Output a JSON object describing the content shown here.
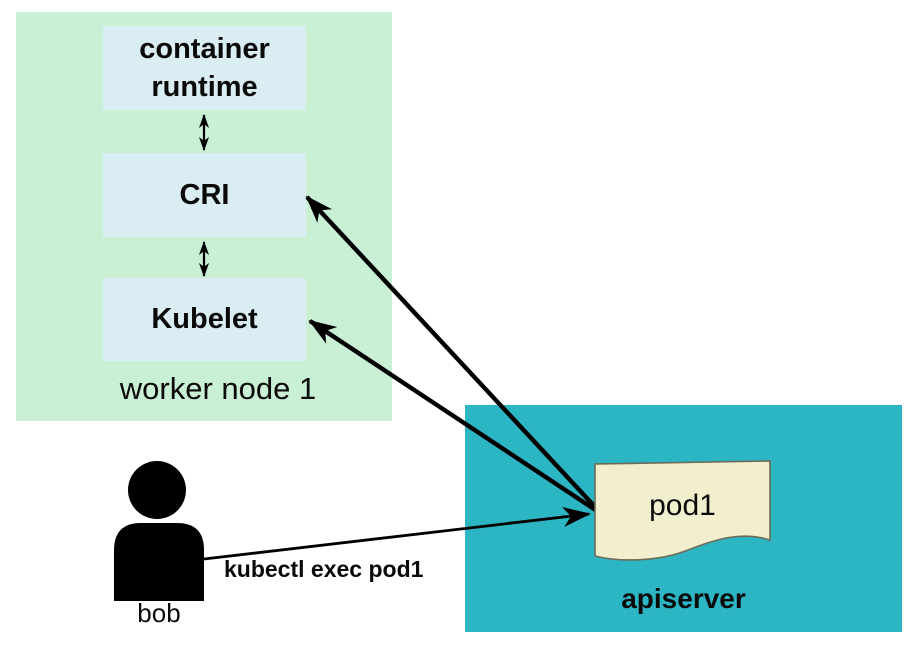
{
  "diagram": {
    "worker_node": {
      "label": "worker node 1",
      "components": {
        "runtime": "container runtime",
        "cri": "CRI",
        "kubelet": "Kubelet"
      }
    },
    "apiserver": {
      "label": "apiserver",
      "pod_label": "pod1"
    },
    "user": {
      "label": "bob"
    },
    "command": "kubectl exec pod1",
    "colors": {
      "worker_node_bg": "#c9efd5",
      "component_bg": "#d9edf3",
      "apiserver_bg": "#2cb5c3",
      "pod_fill": "#f1efce",
      "pod_border": "#6e6a58",
      "arrow": "#000000"
    }
  }
}
